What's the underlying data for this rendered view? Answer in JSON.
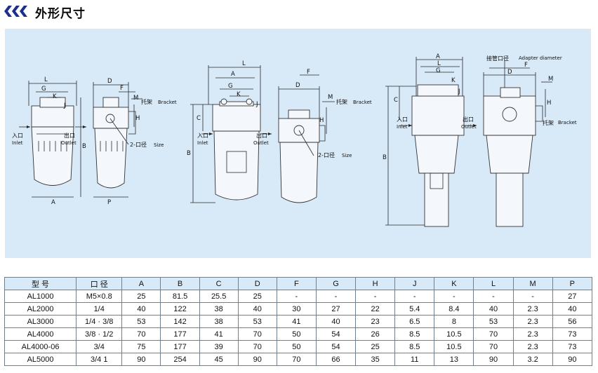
{
  "header": {
    "title": "外形尺寸"
  },
  "diagram": {
    "labels": {
      "inlet_cn": "入口",
      "inlet_en": "Inlet",
      "outlet_cn": "出口",
      "outlet_en": "Outlet",
      "bracket_cn": "托架",
      "bracket_en": "Bracket",
      "size_cn": "2-口径",
      "size_en": "Size",
      "adapter_cn": "接管口径",
      "adapter_en": "Adapter diameter"
    },
    "dims": {
      "A": "A",
      "B": "B",
      "C": "C",
      "D": "D",
      "F": "F",
      "G": "G",
      "H": "H",
      "J": "J",
      "K": "K",
      "L": "L",
      "M": "M",
      "P": "P"
    }
  },
  "table": {
    "headers": [
      "型  号",
      "口  径",
      "A",
      "B",
      "C",
      "D",
      "F",
      "G",
      "H",
      "J",
      "K",
      "L",
      "M",
      "P"
    ],
    "rows": [
      [
        "AL1000",
        "M5×0.8",
        "25",
        "81.5",
        "25.5",
        "25",
        "-",
        "-",
        "-",
        "-",
        "-",
        "-",
        "-",
        "27"
      ],
      [
        "AL2000",
        "1/4",
        "40",
        "122",
        "38",
        "40",
        "30",
        "27",
        "22",
        "5.4",
        "8.4",
        "40",
        "2.3",
        "40"
      ],
      [
        "AL3000",
        "1/4 · 3/8",
        "53",
        "142",
        "38",
        "53",
        "41",
        "40",
        "23",
        "6.5",
        "8",
        "53",
        "2.3",
        "56"
      ],
      [
        "AL4000",
        "3/8 · 1/2",
        "70",
        "177",
        "41",
        "70",
        "50",
        "54",
        "26",
        "8.5",
        "10.5",
        "70",
        "2.3",
        "73"
      ],
      [
        "AL4000-06",
        "3/4",
        "75",
        "177",
        "39",
        "70",
        "50",
        "54",
        "25",
        "8.5",
        "10.5",
        "70",
        "2.3",
        "73"
      ],
      [
        "AL5000",
        "3/4 1",
        "90",
        "254",
        "45",
        "90",
        "70",
        "66",
        "35",
        "11",
        "13",
        "90",
        "3.2",
        "90"
      ]
    ]
  },
  "colors": {
    "accent": "#1b2f8c",
    "diagram_bg": "#d8e9f8",
    "table_border": "#6f7f90"
  }
}
